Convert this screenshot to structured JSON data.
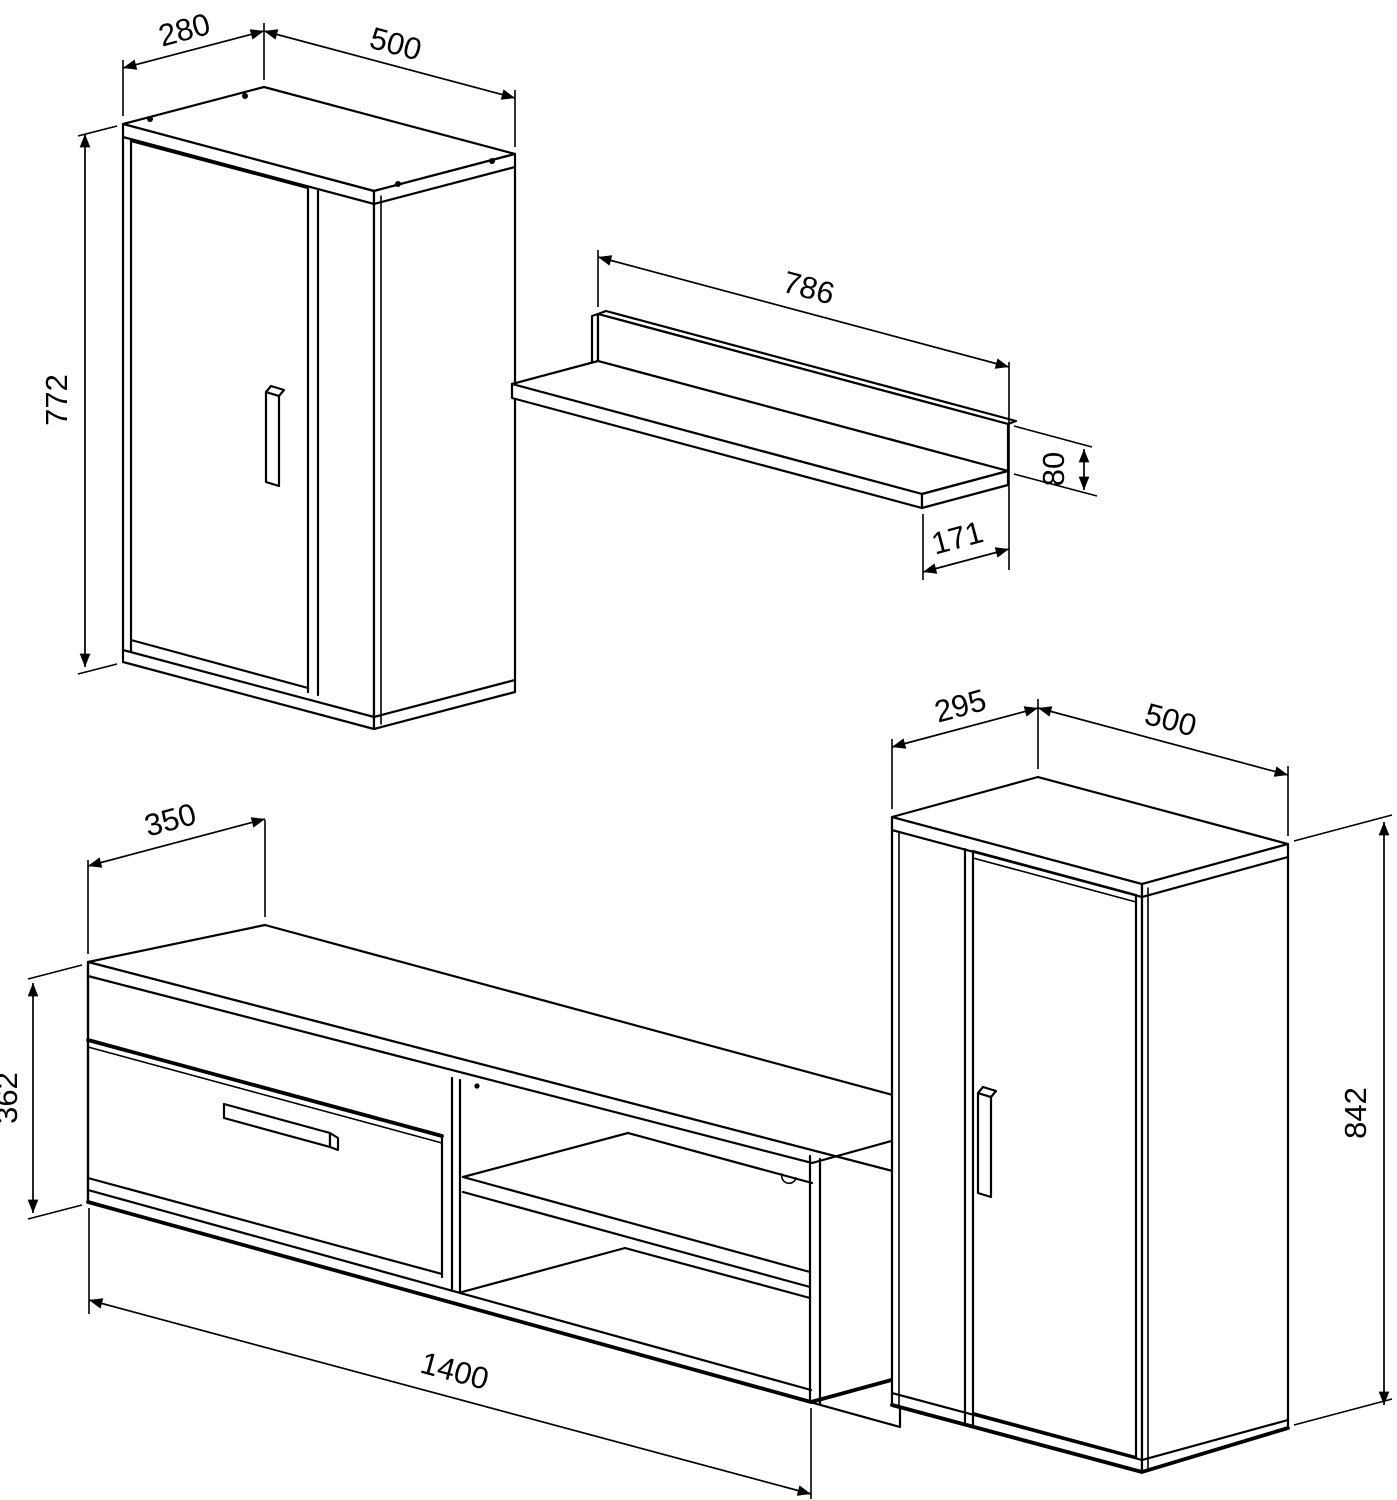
{
  "pieces": {
    "wall_cabinet": {
      "depth": "280",
      "width": "500",
      "height": "772"
    },
    "wall_shelf": {
      "length": "786",
      "height": "80",
      "depth": "171"
    },
    "tv_stand": {
      "depth": "350",
      "height": "362",
      "width": "1400"
    },
    "side_cabinet": {
      "depth": "295",
      "width": "500",
      "height": "842"
    }
  }
}
